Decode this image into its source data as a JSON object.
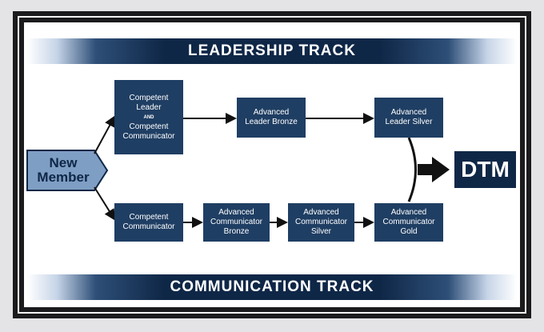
{
  "diagram": {
    "top_track_title": "LEADERSHIP TRACK",
    "bottom_track_title": "COMMUNICATION TRACK",
    "start": "New\nMember",
    "goal": "DTM",
    "nodes": {
      "competent_leader_top": "Competent\nLeader",
      "and_word": "AND",
      "competent_communicator_top": "Competent\nCommunicator",
      "advanced_leader_bronze": "Advanced\nLeader Bronze",
      "advanced_leader_silver": "Advanced\nLeader Silver",
      "competent_communicator_bottom": "Competent\nCommunicator",
      "advanced_communicator_bronze": "Advanced\nCommunicator\nBronze",
      "advanced_communicator_silver": "Advanced\nCommunicator\nSilver",
      "advanced_communicator_gold": "Advanced\nCommunicator\nGold"
    }
  },
  "colors": {
    "navy": "#1f3e63",
    "dark_navy": "#0f2747",
    "start_shape": "#7f9ec4",
    "frame": "#1b1b1d"
  }
}
